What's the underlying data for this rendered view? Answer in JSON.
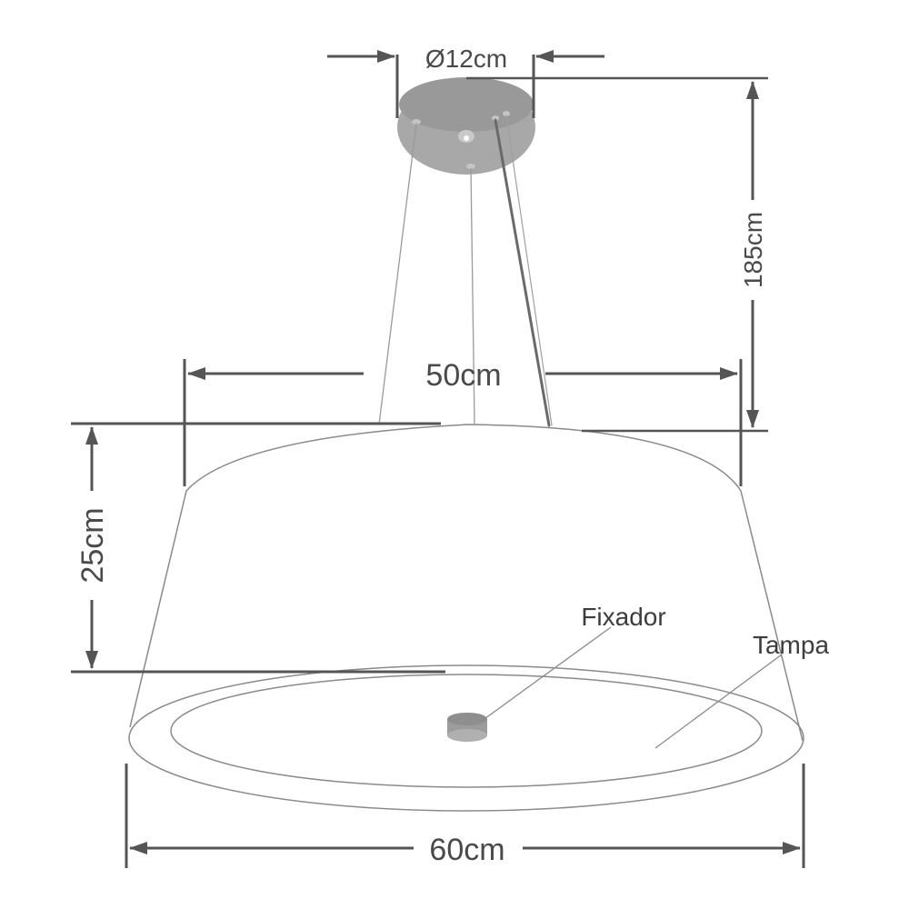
{
  "diagram": {
    "subject": "Pendant lamp dimensions",
    "colors": {
      "line": "#555555",
      "thin_line": "#8a8a8a",
      "canopy": "#a9a9a9",
      "canopy_top": "#9a9a9a",
      "fixador": "#a0a0a0",
      "background": "#ffffff"
    },
    "dimensions": {
      "canopy_diameter": "Ø12cm",
      "suspension_height": "185cm",
      "top_diameter": "50cm",
      "shade_height": "25cm",
      "bottom_diameter": "60cm"
    },
    "labels": {
      "fixador": "Fixador",
      "tampa": "Tampa"
    }
  }
}
